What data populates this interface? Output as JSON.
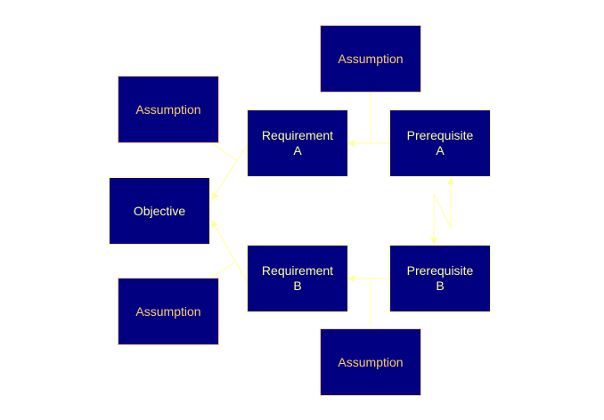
{
  "diagram": {
    "nodes": {
      "assumption_top_left": {
        "label": "Assumption"
      },
      "assumption_top": {
        "label": "Assumption"
      },
      "requirement_a": {
        "line1": "Requirement",
        "line2": "A"
      },
      "prerequisite_a": {
        "line1": "Prerequisite",
        "line2": "A"
      },
      "objective": {
        "label": "Objective"
      },
      "requirement_b": {
        "line1": "Requirement",
        "line2": "B"
      },
      "prerequisite_b": {
        "line1": "Prerequisite",
        "line2": "B"
      },
      "assumption_bottom_left": {
        "label": "Assumption"
      },
      "assumption_bottom": {
        "label": "Assumption"
      }
    },
    "edges": [
      {
        "from": "requirement_a",
        "to": "objective",
        "assumption": "assumption_top_left"
      },
      {
        "from": "requirement_b",
        "to": "objective",
        "assumption": "assumption_bottom_left"
      },
      {
        "from": "prerequisite_a",
        "to": "requirement_a",
        "assumption": "assumption_top"
      },
      {
        "from": "prerequisite_b",
        "to": "requirement_b",
        "assumption": "assumption_bottom"
      },
      {
        "from": "prerequisite_a",
        "to": "prerequisite_b",
        "type": "conflict"
      },
      {
        "from": "prerequisite_b",
        "to": "prerequisite_a",
        "type": "conflict"
      }
    ],
    "colors": {
      "box_fill": "#000080",
      "main_text": "#ffff99",
      "assumption_text": "#ffcc66",
      "assumption_border": "#ffcc99",
      "connector": "#ffff99"
    }
  }
}
